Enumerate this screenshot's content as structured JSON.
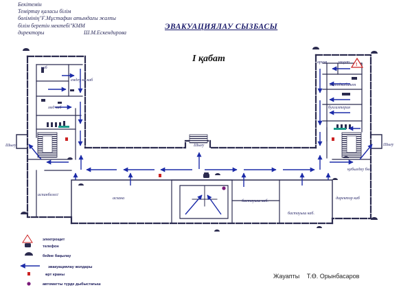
{
  "approval": {
    "line1": "Бекітемін",
    "line2": "Теміртау қаласы білім",
    "line3": "бөлімінің\"Ғ.Мұстафин атындағы жалпы",
    "line4": "білім беретін мектебі\"КММ",
    "line5": "директоры",
    "signature_name": "Ш.М.Ескендирова"
  },
  "title": "ЭВАКУАЦИЯЛАУ СЫЗБАСЫ",
  "floor": "І қабат",
  "rooms": {
    "kab_top_left": "каб",
    "emdeu_kab": "емдеу ка каб",
    "med_kab": "мед каб",
    "shygu_left": "Шығу",
    "shygu_center": "Шығу",
    "shygu_right": "Шығу",
    "aspanbelesi": "аспанбелесі",
    "ashana": "асхана",
    "bastauysh_1": "бастауыш каб.",
    "bastauysh_2": "бастауыш каб.",
    "director": "директор каб",
    "kabyldau": "қабылдау бөл.",
    "buhgalteriya": "бухгалтерия",
    "metodkabinet": "методкабинет",
    "elshit": "элщит",
    "arhiv": "архив"
  },
  "legend": {
    "electric_panel": "электрощит",
    "telephone": "телефон",
    "video": "бейне бақылау",
    "evac_route": "эвакуациялау жолдары",
    "fire_hydrant": "өрт краны",
    "alarm": "автоматты түрде дыбыстағыш"
  },
  "responsible": {
    "label": "Жауапты",
    "name": "Т.Ө. Орынбасаров"
  },
  "colors": {
    "wall": "#2b2b4f",
    "arrow": "#1c2ba8",
    "hydrant": "#cc2222",
    "alarm": "#7a1a7a",
    "teal": "#1a9a8a"
  }
}
